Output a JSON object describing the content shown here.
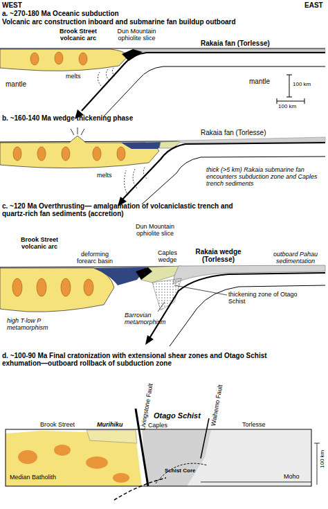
{
  "diagram": {
    "labels": [
      "WEST",
      "EAST",
      "a. ~270-180 Ma Oceanic subduction",
      "Volcanic arc construction inboard and submarine fan buildup outboard",
      "Brook Street volcanic arc",
      "Dun Mountain ophiolite slice",
      "Rakaia fan (Torlesse)",
      "melts",
      "mantle",
      "mantle",
      "100 km",
      "100 km",
      "b. ~160-140 Ma wedge thickening phase",
      "Rakaia fan (Torlesse)",
      "melts",
      "thick (>5 km) Rakaia submarine fan encounters subduction zone and Caples trench sediments",
      "c. ~120 Ma Overthrusting— amalgamation of volcaniclastic trench and quartz-rich fan sediments (accretion)",
      "Brook Street volcanic arc",
      "Dun Mountain ophiolite slice",
      "deforming forearc basin",
      "Caples wedge",
      "Rakaia wedge (Torlesse)",
      "outboard Pahau sedimentation",
      "thickening zone of Otago Schist",
      "Barrovian metamorphism",
      "high T-low P metamorphism",
      "d. ~100-90 Ma Final cratonization with extensional shear zones and Otago Schist exhumation—outboard rollback of subduction zone",
      "Livingstone Fault",
      "Waihemo Fault",
      "Otago Schist",
      "Brook Street",
      "Murihiku",
      "Caples",
      "Torlesse",
      "Median Batholith",
      "Schist Core",
      "Moho",
      "100 km"
    ]
  }
}
